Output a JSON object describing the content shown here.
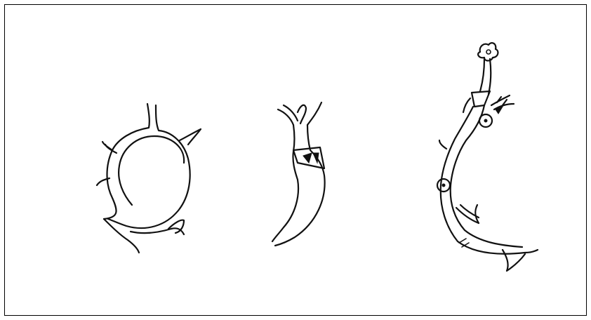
{
  "figure": {
    "panels": [
      {
        "id": "coiled-stem"
      },
      {
        "id": "hooked-stem"
      },
      {
        "id": "curved-stem-with-nodes"
      }
    ],
    "colors": {
      "background": "#ffffff",
      "ink": "#111111",
      "frame": "#000000"
    }
  }
}
